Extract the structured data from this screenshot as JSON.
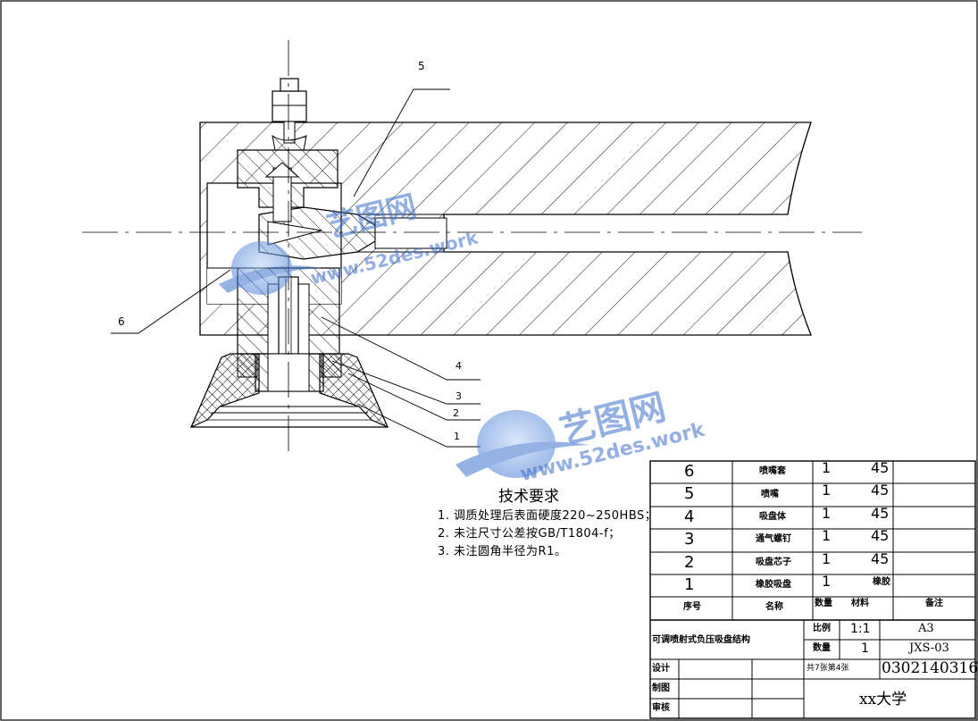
{
  "labels": {
    "balloon_1": "1",
    "balloon_2": "2",
    "balloon_3": "3",
    "balloon_4": "4",
    "balloon_5": "5",
    "balloon_6": "6"
  },
  "tech": {
    "title": "技术要求",
    "items": [
      "1. 调质处理后表面硬度220~250HBS；",
      "2. 未注尺寸公差按GB/T1804-f；",
      "3. 未注圆角半径为R1。"
    ]
  },
  "bom": {
    "rows": [
      {
        "no": "6",
        "name": "喷嘴套",
        "qty": "1",
        "mat": "45"
      },
      {
        "no": "5",
        "name": "喷嘴",
        "qty": "1",
        "mat": "45"
      },
      {
        "no": "4",
        "name": "吸盘体",
        "qty": "1",
        "mat": "45"
      },
      {
        "no": "3",
        "name": "通气螺钉",
        "qty": "1",
        "mat": "45"
      },
      {
        "no": "2",
        "name": "吸盘芯子",
        "qty": "1",
        "mat": "45"
      },
      {
        "no": "1",
        "name": "橡胶吸盘",
        "qty": "1",
        "mat": "橡胶"
      }
    ],
    "header": {
      "no": "序号",
      "name": "名称",
      "qty": "数量",
      "mat": "材料",
      "remark": "备注"
    }
  },
  "title_block": {
    "drawing_name": "可调喷射式负压吸盘结构",
    "scale_label": "比例",
    "scale": "1:1",
    "format": "A3",
    "qty_label": "数量",
    "qty": "1",
    "code": "JXS-03",
    "sheet": "共7张第4张",
    "number": "0302140316",
    "design_label": "设计",
    "draw_label": "制图",
    "review_label": "审核",
    "school": "xx大学"
  },
  "watermark": {
    "brand": "艺图网",
    "url": "www.52des.work"
  }
}
